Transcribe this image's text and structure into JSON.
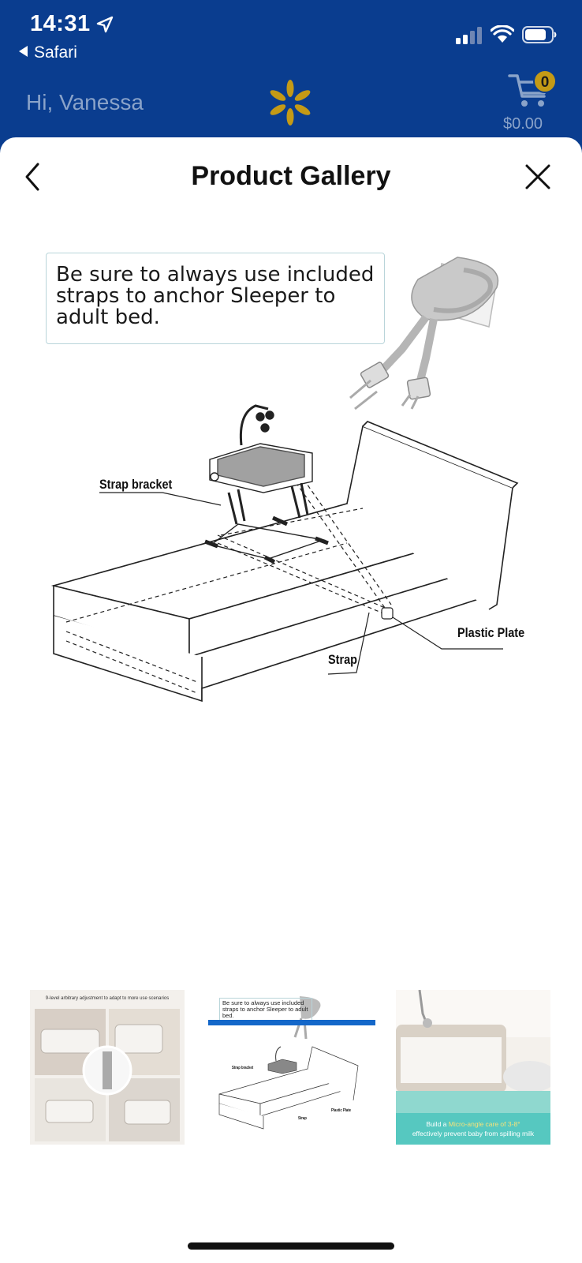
{
  "status_bar": {
    "time": "14:31",
    "back_app": "Safari",
    "icons": [
      "location-arrow-icon",
      "cellular-signal-icon",
      "wifi-icon",
      "battery-icon"
    ]
  },
  "header": {
    "greeting": "Hi, Vanessa",
    "logo_icon": "walmart-spark-icon",
    "cart_count": "0",
    "cart_total": "$0.00",
    "accent_color": "#0a3d8f",
    "spark_color": "#c49a16"
  },
  "gallery": {
    "title": "Product Gallery",
    "back_icon": "chevron-left-icon",
    "close_icon": "close-icon",
    "main_image": {
      "callout": "Be sure to always use included straps to anchor Sleeper to adult bed.",
      "labels": {
        "strap_bracket": "Strap bracket",
        "plastic_plate": "Plastic Plate",
        "strap": "Strap"
      }
    },
    "thumbnails": [
      {
        "caption": "9-level arbitrary adjustment to adapt to more use scenarios"
      },
      {
        "caption": "Be sure to always use included straps to anchor Sleeper to adult bed.",
        "labels": {
          "strap_bracket": "Strap bracket",
          "plastic_plate": "Plastic Plate",
          "strap": "Strap"
        }
      },
      {
        "caption_prefix": "Build a",
        "caption_highlight": "Micro-angle care of",
        "caption_angle": "3-8°",
        "caption_suffix": "effectively prevent baby from spilling milk"
      }
    ],
    "selected_index": 1,
    "indicator_color": "#1467c9"
  }
}
